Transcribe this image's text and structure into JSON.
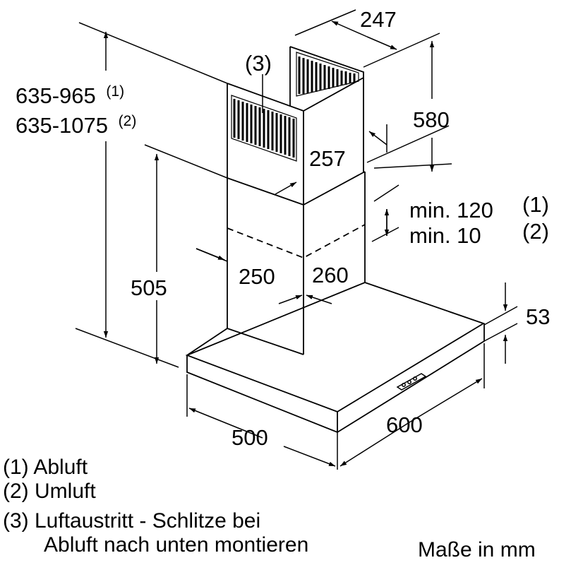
{
  "callout": "(3)",
  "dimensions": {
    "chimney_top_depth": "247",
    "total_height_abluft": "635-965",
    "total_height_abluft_ref": "(1)",
    "total_height_umluft": "635-1075",
    "total_height_umluft_ref": "(2)",
    "upper_chimney_height": "580",
    "upper_chimney_width": "257",
    "lower_height": "505",
    "lower_chimney_width": "250",
    "lower_chimney_depth": "260",
    "canopy_thickness": "53",
    "canopy_width": "600",
    "canopy_depth": "500"
  },
  "overlap": {
    "line1": "min. 120",
    "line1_ref": "(1)",
    "line2": "min. 10",
    "line2_ref": "(2)"
  },
  "legend": [
    "(1) Abluft",
    "(2) Umluft",
    "(3) Luftaustritt - Schlitze bei",
    "Abluft nach unten montieren"
  ],
  "unit_note": "Maße in mm"
}
